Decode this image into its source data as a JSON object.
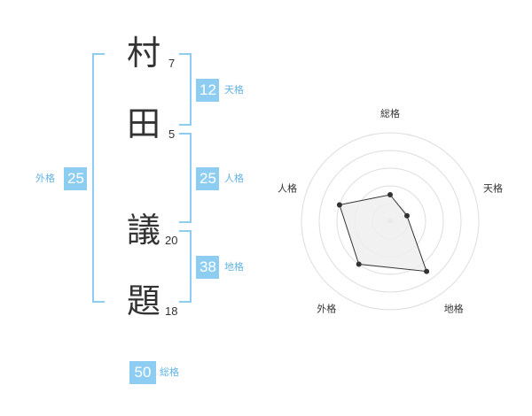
{
  "name": {
    "characters": [
      {
        "char": "村",
        "strokes": "7"
      },
      {
        "char": "田",
        "strokes": "5"
      },
      {
        "char": "議",
        "strokes": "20"
      },
      {
        "char": "題",
        "strokes": "18"
      }
    ]
  },
  "fortunes": {
    "tenkaku": {
      "label": "天格",
      "value": "12"
    },
    "jinkaku": {
      "label": "人格",
      "value": "25"
    },
    "chikaku": {
      "label": "地格",
      "value": "38"
    },
    "gaikaku": {
      "label": "外格",
      "value": "25"
    },
    "soukaku": {
      "label": "総格",
      "value": "50"
    }
  },
  "colors": {
    "accent": "#8ecdf2",
    "accent_text": "#62b3e6",
    "radar_fill": "#eeeeee",
    "radar_ring": "#dddddd",
    "text": "#333333"
  },
  "chart_data": {
    "type": "radar",
    "axes": [
      "総格",
      "天格",
      "地格",
      "外格",
      "人格"
    ],
    "values": [
      1.5,
      1,
      3.5,
      3,
      3
    ],
    "scale_max": 5,
    "rings": 5
  }
}
